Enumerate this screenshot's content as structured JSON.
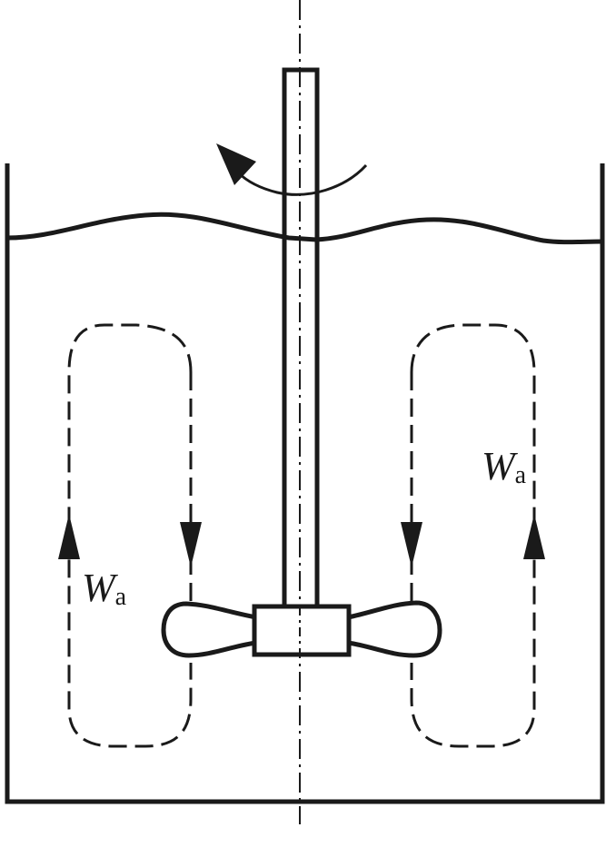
{
  "labels": {
    "flow_left": {
      "main": "W",
      "sub": "a"
    },
    "flow_right": {
      "main": "W",
      "sub": "a"
    }
  },
  "colors": {
    "ink": "#1a1a1a",
    "background": "#ffffff"
  },
  "icons": {
    "rotation": "curved-arrow-icon",
    "flow_direction": "arrowhead-icon"
  }
}
